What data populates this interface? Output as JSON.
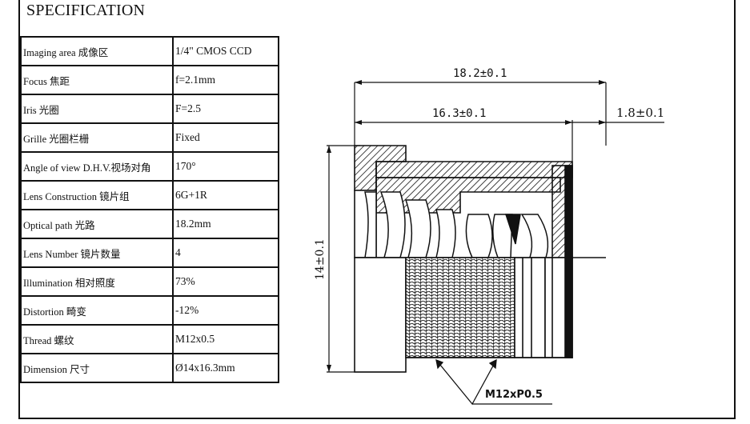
{
  "title": "SPECIFICATION",
  "specs": [
    {
      "label": "Imaging area 成像区",
      "value": "1/4\" CMOS CCD"
    },
    {
      "label": "Focus 焦距",
      "value": "f=2.1mm"
    },
    {
      "label": "Iris 光圈",
      "value": "F=2.5"
    },
    {
      "label": "Grille 光圈栏栅",
      "value": "Fixed"
    },
    {
      "label": "Angle of view D.H.V.视场对角",
      "value": "170°"
    },
    {
      "label": "Lens Construction 镜片组",
      "value": "6G+1R"
    },
    {
      "label": "Optical path 光路",
      "value": "18.2mm"
    },
    {
      "label": "Lens Number 镜片数量",
      "value": "4"
    },
    {
      "label": "Illumination 相对照度",
      "value": "73%"
    },
    {
      "label": "Distortion 畸变",
      "value": "-12%"
    },
    {
      "label": "Thread 螺纹",
      "value": "M12x0.5"
    },
    {
      "label": "Dimension 尺寸",
      "value": "Ø14x16.3mm"
    }
  ],
  "drawing": {
    "dim_total_length": "18.2±0.1",
    "dim_body_length": "16.3±0.1",
    "dim_flange": "1.8±0.1",
    "dim_diameter": "14±0.1",
    "thread_label": "M12xP0.5"
  }
}
